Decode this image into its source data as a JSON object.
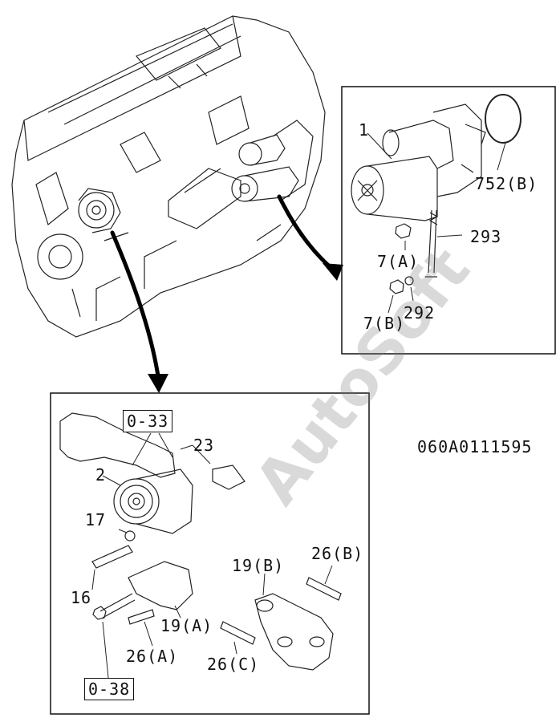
{
  "diagram_code": "060A0111595",
  "watermark": "AutoSoft",
  "starter_panel": {
    "labels": {
      "starter": "1",
      "o_ring": "752(B)",
      "cable": "293",
      "nut_a": "7(A)",
      "nut_b": "7(B)",
      "washer": "292"
    }
  },
  "alternator_panel": {
    "labels": {
      "ref_top": "0-33",
      "bracket": "23",
      "alternator": "2",
      "washer": "17",
      "bolt_long": "16",
      "bolt_a": "26(A)",
      "bracket_a": "19(A)",
      "bracket_b": "19(B)",
      "bolt_b": "26(B)",
      "bolt_c": "26(C)",
      "ref_bottom": "0-38"
    }
  }
}
